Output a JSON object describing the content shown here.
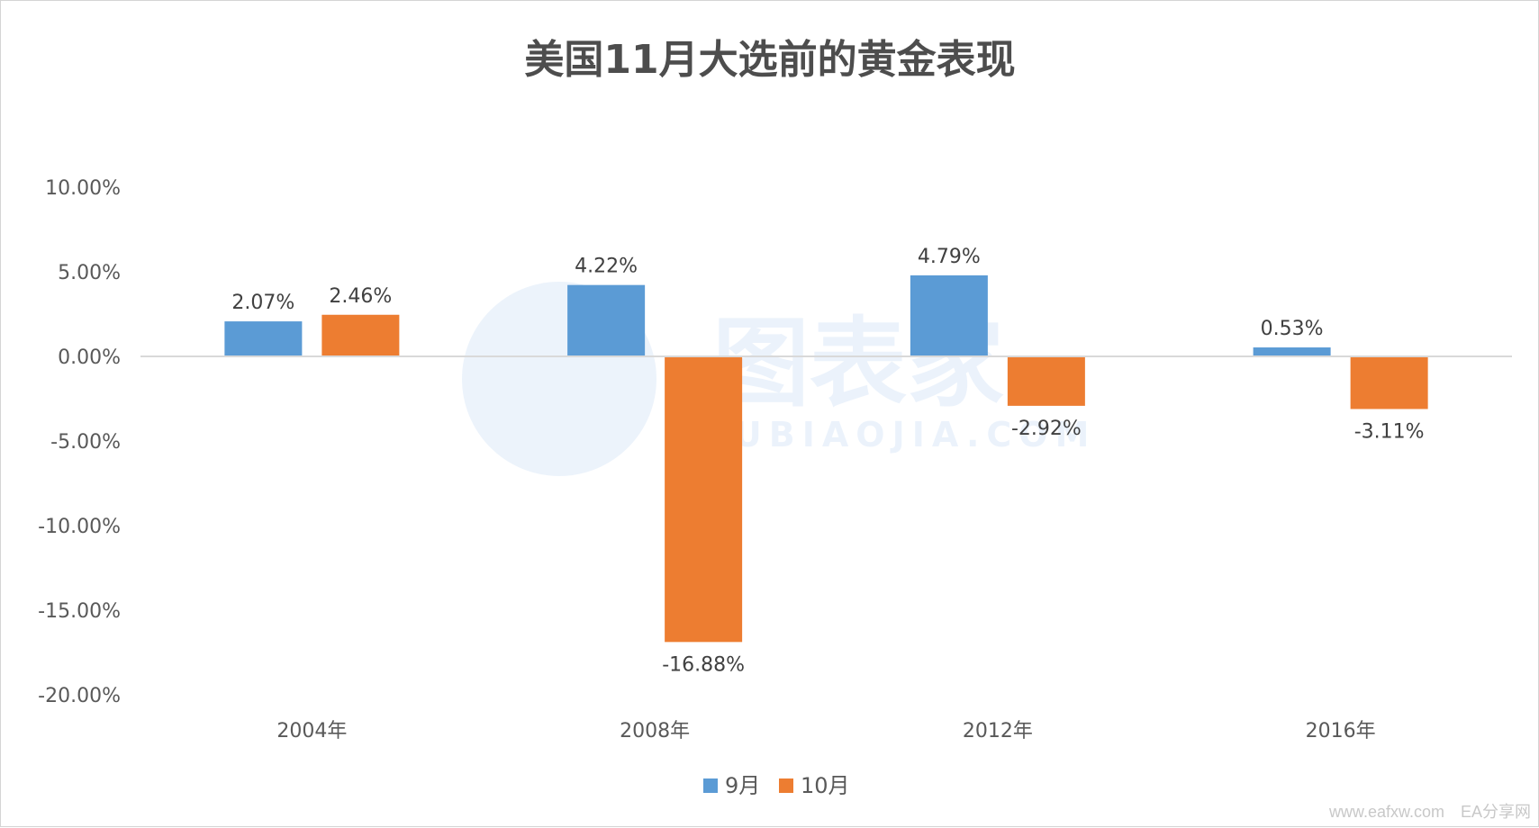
{
  "chart_data": {
    "type": "bar",
    "title": "美国11月大选前的黄金表现",
    "categories": [
      "2004年",
      "2008年",
      "2012年",
      "2016年"
    ],
    "series": [
      {
        "name": "9月",
        "color": "#5b9bd5",
        "values": [
          2.07,
          4.22,
          4.79,
          0.53
        ],
        "labels": [
          "2.07%",
          "4.22%",
          "4.79%",
          "0.53%"
        ]
      },
      {
        "name": "10月",
        "color": "#ed7d31",
        "values": [
          2.46,
          -16.88,
          -2.92,
          -3.11
        ],
        "labels": [
          "2.46%",
          "-16.88%",
          "-2.92%",
          "-3.11%"
        ]
      }
    ],
    "ylim": [
      -20,
      10
    ],
    "y_ticks": [
      10,
      5,
      0,
      -5,
      -10,
      -15,
      -20
    ],
    "y_tick_labels": [
      "10.00%",
      "5.00%",
      "0.00%",
      "-5.00%",
      "-10.00%",
      "-15.00%",
      "-20.00%"
    ],
    "xlabel": "",
    "ylabel": "",
    "grid": false,
    "legend_position": "bottom"
  },
  "watermark": {
    "brand": "图表家",
    "site": "TUBIAOJIA.COM"
  },
  "footer_watermark": "www.eafxw.com　EA分享网"
}
